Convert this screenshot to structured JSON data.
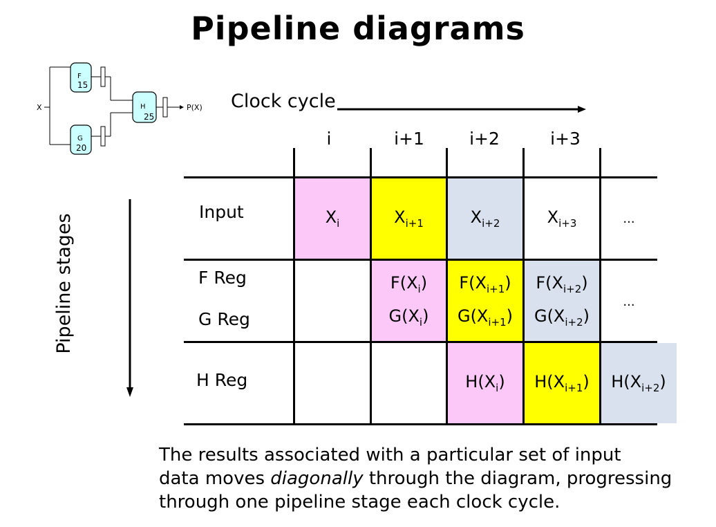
{
  "title": "Pipeline diagrams",
  "mini_circuit": {
    "input": "X",
    "output": "P(X)",
    "blocks": [
      {
        "name": "F",
        "delay": "15"
      },
      {
        "name": "G",
        "delay": "20"
      },
      {
        "name": "H",
        "delay": "25"
      }
    ]
  },
  "axis": {
    "clock_label": "Clock cycle",
    "stages_label": "Pipeline stages"
  },
  "columns": [
    "i",
    "i+1",
    "i+2",
    "i+3"
  ],
  "rows": {
    "input": "Input",
    "f_reg": "F Reg",
    "g_reg": "G Reg",
    "h_reg": "H Reg"
  },
  "cells": {
    "input": [
      {
        "main": "X",
        "sub": "i"
      },
      {
        "main": "X",
        "sub": "i+1"
      },
      {
        "main": "X",
        "sub": "i+2"
      },
      {
        "main": "X",
        "sub": "i+3"
      }
    ],
    "input_more": "...",
    "f": [
      {
        "pre": "F(X",
        "sub": "i",
        "post": ")"
      },
      {
        "pre": "F(X",
        "sub": "i+1",
        "post": ")"
      },
      {
        "pre": "F(X",
        "sub": "i+2",
        "post": ")"
      }
    ],
    "g": [
      {
        "pre": "G(X",
        "sub": "i",
        "post": ")"
      },
      {
        "pre": "G(X",
        "sub": "i+1",
        "post": ")"
      },
      {
        "pre": "G(X",
        "sub": "i+2",
        "post": ")"
      }
    ],
    "fg_more": "...",
    "h": [
      {
        "pre": "H(X",
        "sub": "i",
        "post": ")"
      },
      {
        "pre": "H(X",
        "sub": "i+1",
        "post": ")"
      },
      {
        "pre": "H(X",
        "sub": "i+2",
        "post": ")"
      }
    ]
  },
  "colors": {
    "pink": "#fbc8f7",
    "yellow": "#ffff00",
    "blue": "#d9e1ef",
    "block": "#ccffff"
  },
  "caption": {
    "line1": "The results associated with a particular set of input",
    "line2_pre": "data moves ",
    "line2_em": "diagonally",
    "line2_post": " through the diagram, progressing",
    "line3": "through one pipeline stage each clock cycle."
  }
}
